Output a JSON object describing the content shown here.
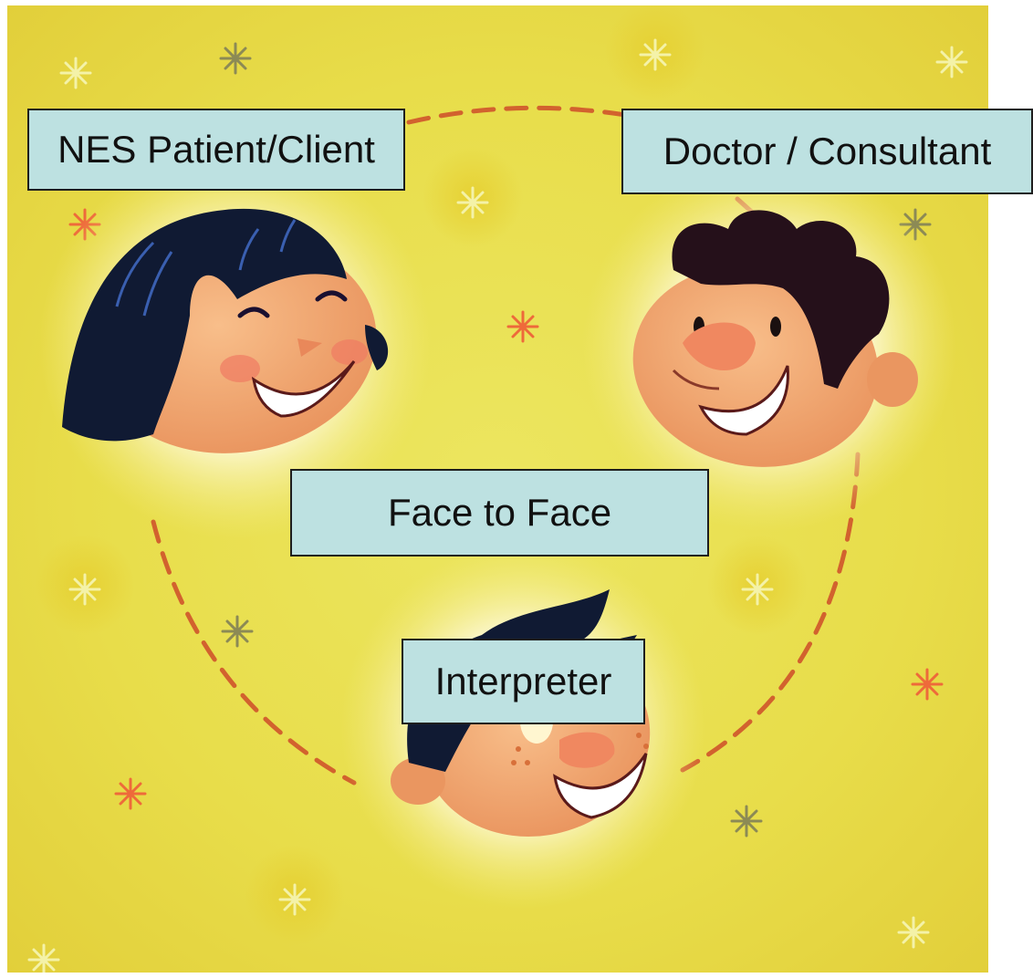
{
  "diagram": {
    "nodes": {
      "patient": "NES Patient/Client",
      "doctor": "Doctor / Consultant",
      "interpreter": "Interpreter",
      "center": "Face to Face"
    }
  },
  "colors": {
    "background": "#e8dd4a",
    "label_fill": "#bde1e1",
    "dash_line": "#d2622e",
    "hair_dark": "#101a33",
    "skin": "#f0a56c"
  },
  "icons": [
    "woman-face-icon",
    "man-face-icon",
    "boy-face-icon",
    "sparkle-icon"
  ]
}
